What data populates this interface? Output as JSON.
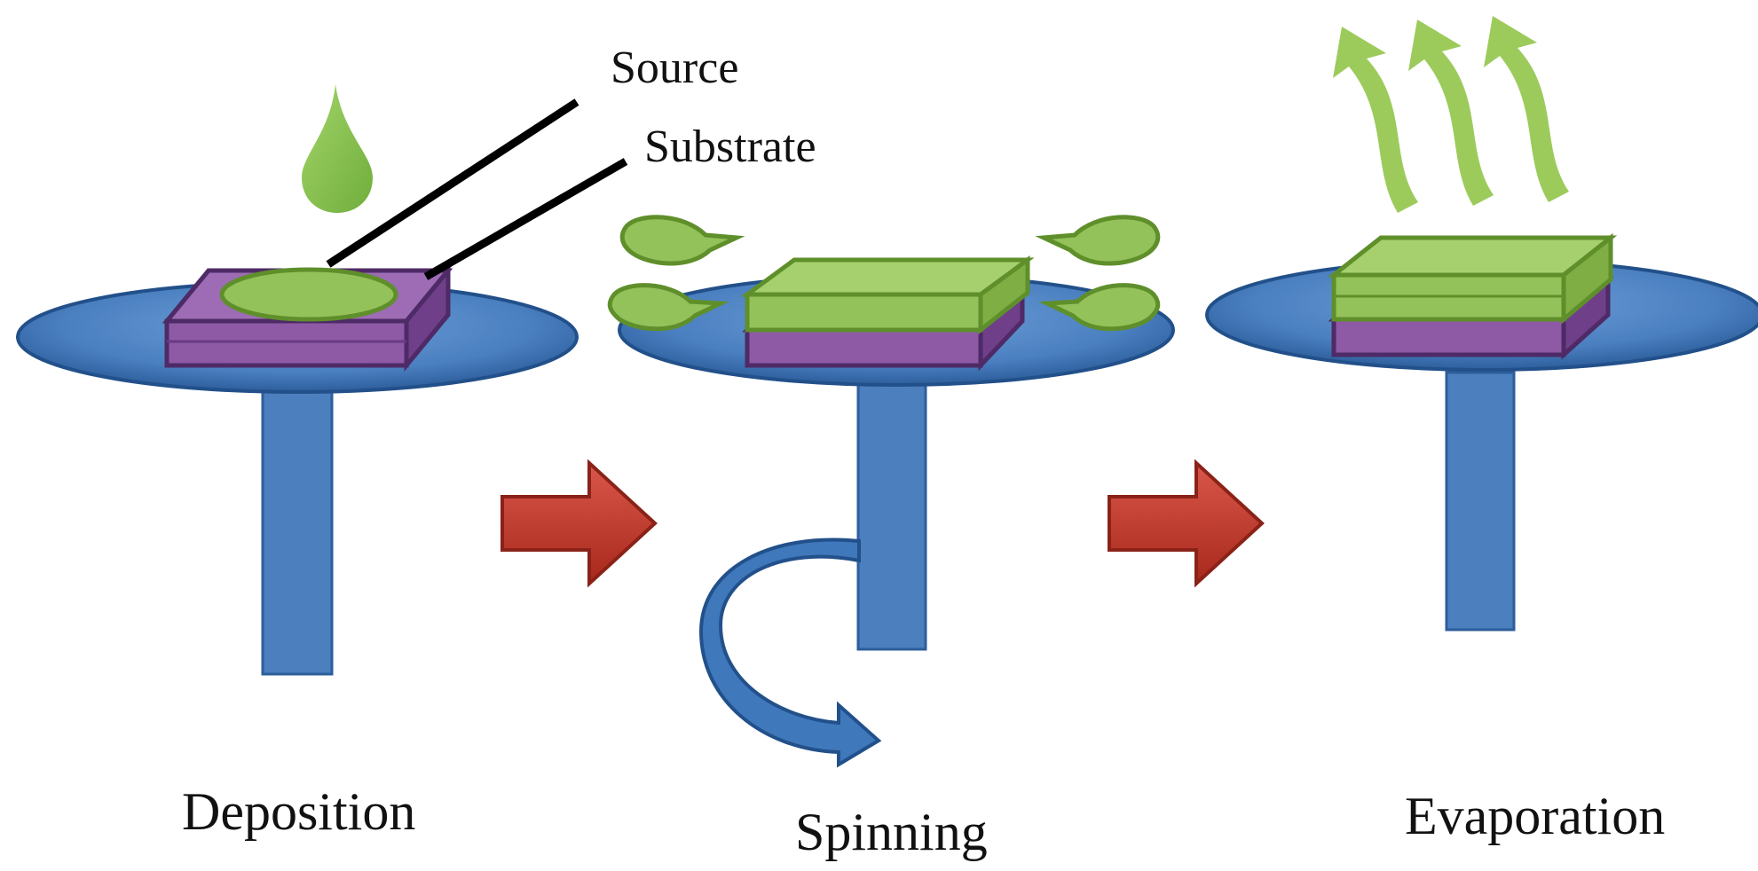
{
  "labels": {
    "source": "Source",
    "substrate": "Substrate"
  },
  "stages": [
    {
      "name": "Deposition"
    },
    {
      "name": "Spinning"
    },
    {
      "name": "Evaporation"
    }
  ],
  "colors": {
    "platform": "#4a7fc0",
    "platform_stroke": "#22508a",
    "shaft": "#4b7fbe",
    "substrate": "#8e5aa6",
    "substrate_stroke": "#4e2a66",
    "film": "#93c15a",
    "film_stroke": "#5f8f2b",
    "droplet": "#84c44c",
    "vapor": "#9ccb5c",
    "arrow": "#c0392b",
    "arrow_stroke": "#8a2218",
    "rotation_arrow": "#3f78bb"
  },
  "icons": [
    "droplet-icon",
    "rotation-arrow-icon",
    "vapor-arrow-icon",
    "process-arrow-icon"
  ]
}
